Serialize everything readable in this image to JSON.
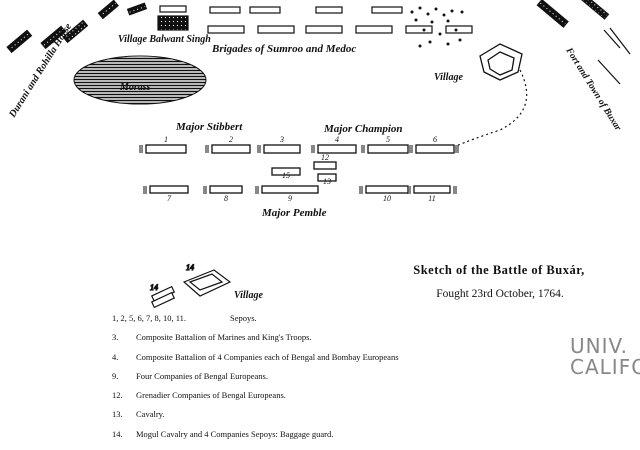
{
  "map": {
    "labels": {
      "durani": "Durani and Rohilla Horse",
      "village_balwant": "Village Balwant Singh",
      "morass": "Morass",
      "brigades": "Brigades of Sumroo and Medoc",
      "village_top": "Village",
      "fort": "Fort and Town of Buxar",
      "stibbert": "Major Stibbert",
      "champion": "Major Champion",
      "pemble": "Major Pemble",
      "village_legend": "Village"
    },
    "unit_numbers": {
      "front_row": [
        "1",
        "2",
        "3",
        "4",
        "5",
        "6"
      ],
      "middle_row": [
        "15",
        "12",
        "13"
      ],
      "rear_row": [
        "7",
        "8",
        "9",
        "10",
        "11"
      ],
      "baggage": [
        "14",
        "14"
      ]
    }
  },
  "title": "Sketch of the Battle of Buxár,",
  "subtitle": "Fought 23rd October, 1764.",
  "legend": [
    {
      "key": "1, 2, 5, 6, 7, 8, 10, 11.",
      "text": "Sepoys."
    },
    {
      "key": "3.",
      "text": "Composite Battalion of Marines and King's Troops."
    },
    {
      "key": "4.",
      "text": "Composite Battalion of 4 Companies each of Bengal and Bombay Europeans"
    },
    {
      "key": "9.",
      "text": "Four Companies of Bengal Europeans."
    },
    {
      "key": "12.",
      "text": "Grenadier Companies of Bengal Europeans."
    },
    {
      "key": "13.",
      "text": "Cavalry."
    },
    {
      "key": "14.",
      "text": "Mogul Cavalry and 4 Companies Sepoys: Baggage guard."
    }
  ],
  "stamp": [
    "UNIV.",
    "CALIFO"
  ]
}
